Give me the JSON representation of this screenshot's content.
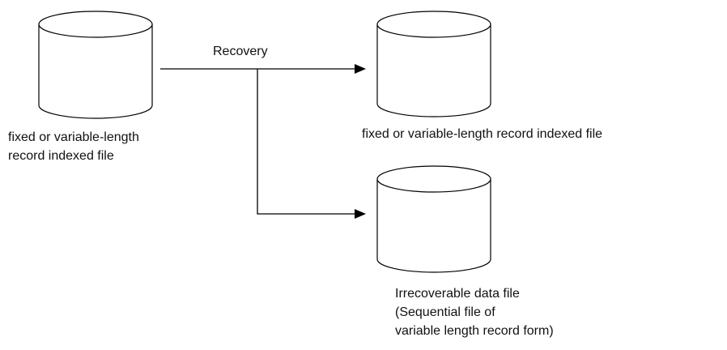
{
  "diagram": {
    "source": {
      "label_line1": "fixed or variable-length",
      "label_line2": "record indexed file"
    },
    "connector": {
      "label": "Recovery"
    },
    "target_main": {
      "label": "fixed or variable-length record indexed file"
    },
    "target_error": {
      "label_line1": "Irrecoverable data file",
      "label_line2": "(Sequential file of",
      "label_line3": "variable length record form)"
    }
  }
}
